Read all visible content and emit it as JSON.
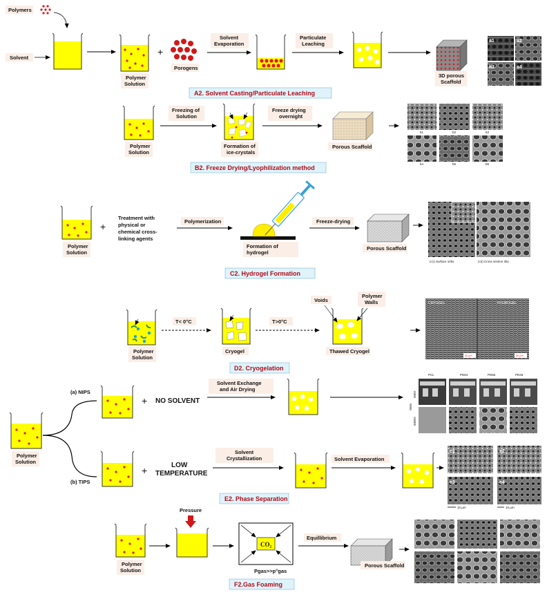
{
  "A": {
    "polymers": "Polymers",
    "solvent": "Solvent",
    "polymer_solution": [
      "Polymer",
      "Solution"
    ],
    "porogens": "Porogens",
    "step1": [
      "Solvent",
      "Evaporation"
    ],
    "step2": [
      "Particulate",
      "Leaching"
    ],
    "result": [
      "3D porous",
      "Scaffold"
    ],
    "images": [
      "a1",
      "a2",
      "a3",
      "a4"
    ],
    "title": "A2. Solvent Casting/Particulate Leaching"
  },
  "B": {
    "polymer_solution": [
      "Polymer",
      "Solution"
    ],
    "step1": [
      "Freezing of",
      "Solution"
    ],
    "ice": [
      "Formation of",
      "ice-crystals"
    ],
    "step2": [
      "Freeze drying",
      "overnight"
    ],
    "result": "Porous Scaffold",
    "images": [
      "b1",
      "b2",
      "b3",
      "b4",
      "b5",
      "b6"
    ],
    "title": "B2. Freeze Drying/Lyophilization method"
  },
  "C": {
    "polymer_solution": [
      "Polymer",
      "Solution"
    ],
    "treatment": [
      "Treatment   with",
      "physical       or",
      "chemical cross-",
      "linking agents"
    ],
    "step1": "Polymerization",
    "hydrogel": [
      "Formation         of",
      "hydrogel"
    ],
    "step2": "Freeze-drying",
    "result": "Porous Scaffold",
    "images": [
      "(c1) Surface 100x",
      "(c2) Cross section 35x"
    ],
    "title": "C2. Hydrogel Formation"
  },
  "D": {
    "polymer_solution": [
      "Polymer",
      "Solution"
    ],
    "step1": "T< 0°C",
    "cryogel": "Cryogel",
    "step2": "T>0°C",
    "voids": "Voids",
    "walls": [
      "Polymer",
      "Walls"
    ],
    "thawed": "Thawed Cryogel",
    "img_labels": [
      "CRYOGEL",
      "HYDROGEL"
    ],
    "scale": "50 μm",
    "title": "D2. Cryogelation"
  },
  "E": {
    "polymer_solution": [
      "Polymer",
      "Solution"
    ],
    "branch_a": "(a) NIPS",
    "no_solvent": "NO SOLVENT",
    "step_a": [
      "Solvent Exchange",
      "and Air Drying"
    ],
    "branch_b": "(b) TIPS",
    "low_temp": [
      "LOW",
      "TEMPERATURE"
    ],
    "step_b1": [
      "Solvent",
      "Crystallization"
    ],
    "step_b2": "Solvent Evaporation",
    "nips_cols": [
      "PCL",
      "PD64",
      "PD55",
      "PD46"
    ],
    "nips_rows": [
      "500X",
      "5000X"
    ],
    "nips_side": "SEM",
    "images": [
      "e1",
      "e2",
      "e3",
      "e4"
    ],
    "scale": "10 μm",
    "title": "E2. Phase Separation"
  },
  "F": {
    "pressure": "Pressure",
    "polymer_solution": [
      "Polymer",
      "Solution"
    ],
    "co2": "CO₂",
    "pgas": "Pgas>>p°gas",
    "step": "Equillibrium",
    "result": "Porous Scaffold",
    "title": "F2.Gas Foaming"
  },
  "colors": {
    "liquid": "#ffff00",
    "particle": "#e8141a",
    "title_text": "#b00d18",
    "title_box": "#dff3fb",
    "label_box": "#fbeee6"
  }
}
